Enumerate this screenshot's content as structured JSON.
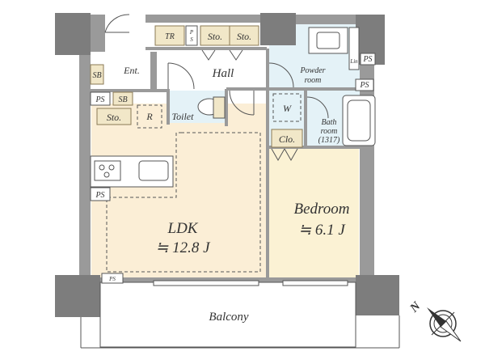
{
  "labels": {
    "tr": "TR",
    "ps": "PS",
    "sto": "Sto.",
    "ent": "Ent.",
    "sb": "SB",
    "hall": "Hall",
    "powder": [
      "Powder",
      "room"
    ],
    "lin": "Lin",
    "w": "W",
    "r": "R",
    "toilet": "Toilet",
    "clo": "Clo.",
    "bath": [
      "Bath",
      "room",
      "(1317)"
    ],
    "ldk": "LDK",
    "ldk_size": "≒ 12.8 J",
    "bedroom": "Bedroom",
    "bedroom_size": "≒ 6.1 J",
    "balcony": "Balcony",
    "north": "N"
  },
  "colors": {
    "ldk_floor": "#fbeed6",
    "bedroom_floor": "#fbf2d4",
    "wet_floor": "#e4f2f7",
    "wall": "#9a9a9a",
    "storage": "#f1e7c8"
  }
}
